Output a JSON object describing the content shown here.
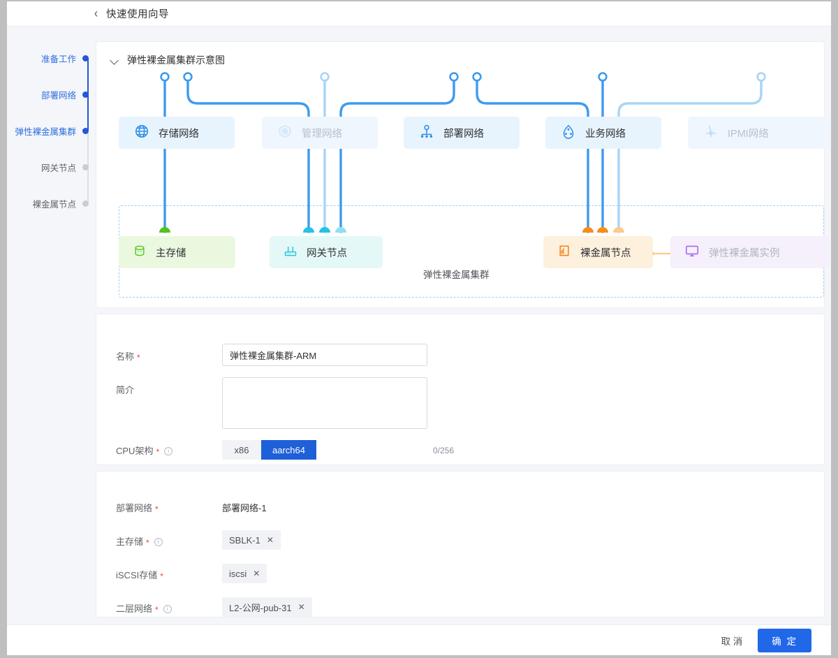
{
  "window": {
    "back_icon": "chevron-left-icon",
    "title": "快速使用向导"
  },
  "steps": [
    {
      "label": "准备工作",
      "state": "done"
    },
    {
      "label": "部署网络",
      "state": "done"
    },
    {
      "label": "弹性裸金属集群",
      "state": "active"
    },
    {
      "label": "网关节点",
      "state": "todo"
    },
    {
      "label": "裸金属节点",
      "state": "todo"
    }
  ],
  "diagram": {
    "collapse_icon": "chevron-down-icon",
    "title": "弹性裸金属集群示意图",
    "cluster_caption": "弹性裸金属集群",
    "networks": [
      {
        "label": "存储网络",
        "icon": "globe-icon",
        "enabled": true
      },
      {
        "label": "管理网络",
        "icon": "target-icon",
        "enabled": false
      },
      {
        "label": "部署网络",
        "icon": "sitemap-icon",
        "enabled": true
      },
      {
        "label": "业务网络",
        "icon": "cloud-icon",
        "enabled": true
      },
      {
        "label": "IPMI网络",
        "icon": "ipmi-icon",
        "enabled": false
      }
    ],
    "nodes": [
      {
        "label": "主存储",
        "icon": "database-icon",
        "enabled": true
      },
      {
        "label": "网关节点",
        "icon": "router-icon",
        "enabled": true
      },
      {
        "label": "裸金属节点",
        "icon": "signal-icon",
        "enabled": true
      },
      {
        "label": "弹性裸金属实例",
        "icon": "monitor-icon",
        "enabled": false
      }
    ],
    "colors": {
      "wire_active": "#3d9bef",
      "wire_muted": "#a7d5f7",
      "storage_dot": "#52c41a",
      "gateway_dot": "#22c3e6",
      "gateway_dot_muted": "#8fdff2",
      "metal_dot": "#fa8c16",
      "metal_dot_muted": "#fdc98a",
      "dash_border": "#9fd0f5"
    }
  },
  "basic_form": {
    "name": {
      "label": "名称",
      "required": true,
      "value": "弹性裸金属集群-ARM",
      "placeholder": ""
    },
    "intro": {
      "label": "简介",
      "required": false,
      "value": "",
      "placeholder": "",
      "counter": "0/256"
    },
    "cpu_arch": {
      "label": "CPU架构",
      "required": true,
      "has_tooltip": true,
      "options": [
        "x86",
        "aarch64"
      ],
      "selected": "aarch64"
    }
  },
  "network_form": {
    "deploy_network": {
      "label": "部署网络",
      "required": true,
      "has_tooltip": false,
      "value": "部署网络-1"
    },
    "primary_storage": {
      "label": "主存储",
      "required": true,
      "has_tooltip": true,
      "tags": [
        "SBLK-1"
      ]
    },
    "iscsi_storage": {
      "label": "iSCSI存储",
      "required": true,
      "has_tooltip": false,
      "tags": [
        "iscsi"
      ]
    },
    "l2_network": {
      "label": "二层网络",
      "required": true,
      "has_tooltip": true,
      "tags": [
        "L2-公网-pub-31"
      ]
    }
  },
  "footer": {
    "cancel_label": "取 消",
    "confirm_label": "确 定",
    "confirm_color": "#2068e8"
  }
}
